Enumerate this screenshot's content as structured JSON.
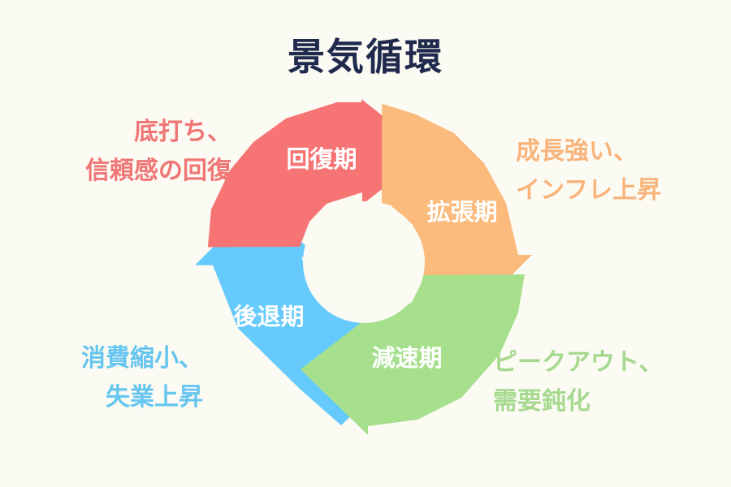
{
  "title": "景気循環",
  "phases": [
    {
      "key": "recovery",
      "label": "回復期",
      "description": [
        "底打ち、",
        "信頼感の回復"
      ],
      "color": "#f67474"
    },
    {
      "key": "expansion",
      "label": "拡張期",
      "description": [
        "成長強い、",
        "インフレ上昇"
      ],
      "color": "#fbbb7d"
    },
    {
      "key": "slowdown",
      "label": "減速期",
      "description": [
        "ピークアウト、",
        "需要鈍化"
      ],
      "color": "#a6e08c"
    },
    {
      "key": "recession",
      "label": "後退期",
      "description": [
        "消費縮小、",
        "失業上昇"
      ],
      "color": "#66cbfc"
    }
  ]
}
